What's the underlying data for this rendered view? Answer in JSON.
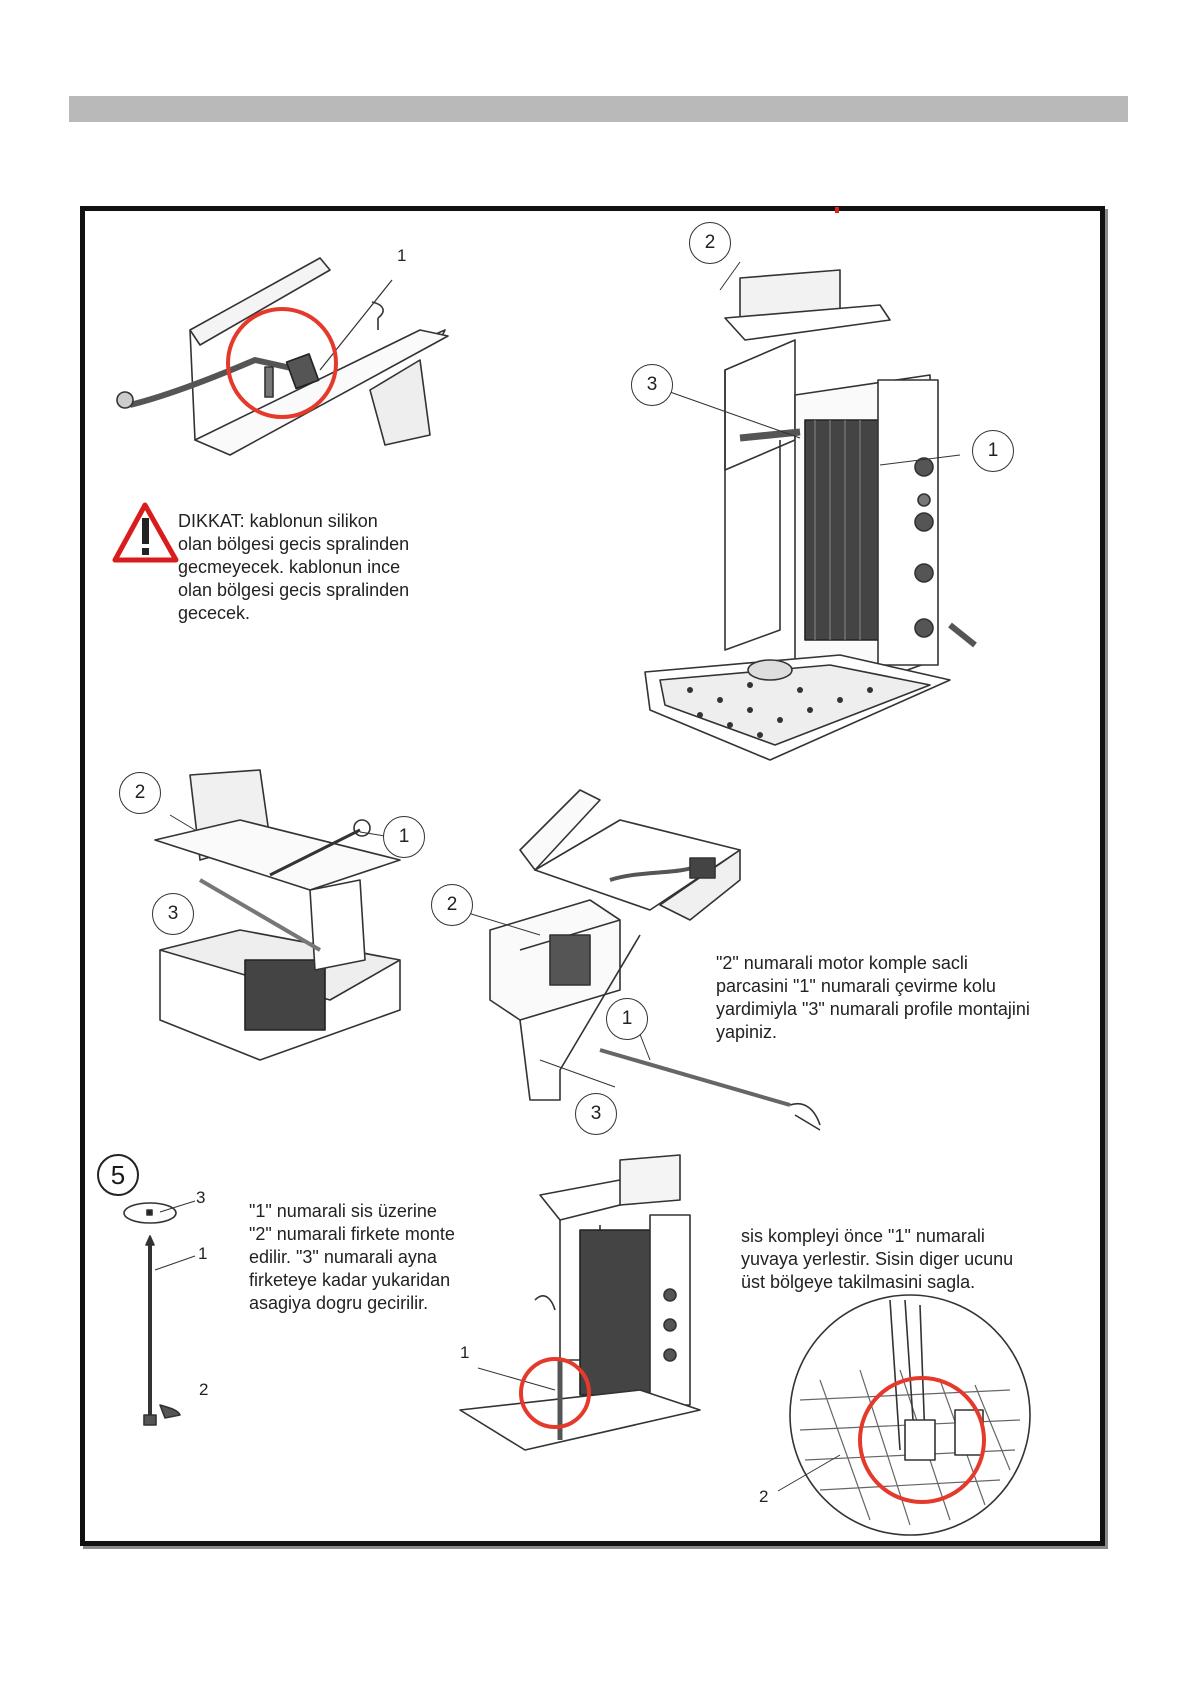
{
  "colors": {
    "header_bar": "#b9b9b9",
    "highlight_circle": "#e53a2b",
    "warning_red": "#d91c1c"
  },
  "warning": {
    "icon": "warning-triangle-icon",
    "text": "DIKKAT: kablonun silikon\nolan bölgesi gecis spralinden\ngecmeyecek. kablonun ince\nolan bölgesi gecis spralinden\ngececek."
  },
  "motor_instruction": "\"2\" numarali motor komple sacli\nparcasini \"1\" numarali çevirme kolu\nyardimiyla \"3\" numarali profile montajini\nyapiniz.",
  "step5": {
    "number": "5",
    "text": "\"1\" numarali sis üzerine\n\"2\" numarali firkete monte\nedilir. \"3\" numarali ayna\nfirketeye kadar yukaridan\nasagiya dogru gecirilir."
  },
  "skewer_instruction": "sis kompleyi önce \"1\" numarali\nyuvaya yerlestir. Sisin diger ucunu\nüst bölgeye takilmasini sagla.",
  "callouts": {
    "cable_1": "1",
    "machine_2": "2",
    "machine_3": "3",
    "machine_1": "1",
    "motorbox_2": "2",
    "motorbox_1": "1",
    "motorbox_3": "3",
    "assembly_2": "2",
    "assembly_1": "1",
    "assembly_3": "3",
    "skewer_3": "3",
    "skewer_1": "1",
    "skewer_2": "2",
    "mounted_1": "1",
    "detail_2": "2"
  }
}
